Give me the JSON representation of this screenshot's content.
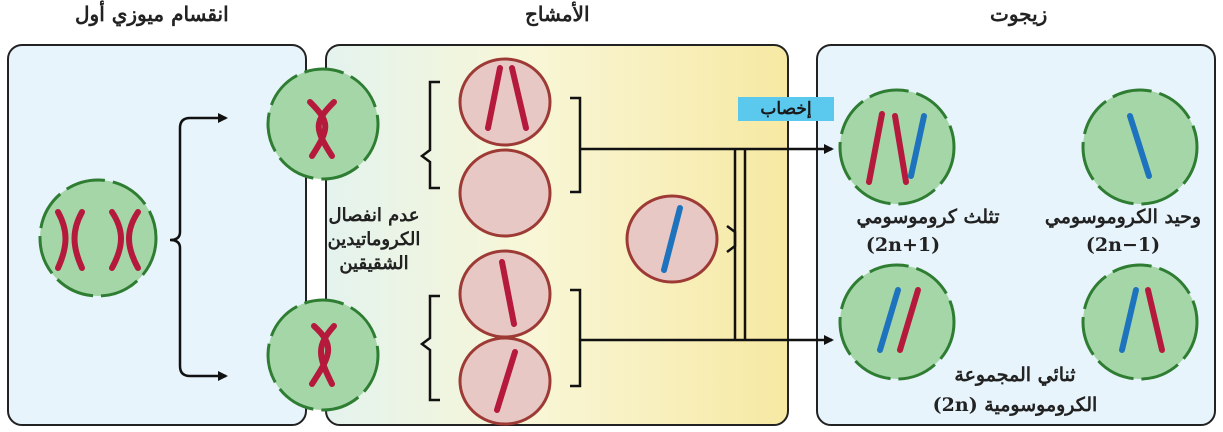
{
  "panels": {
    "meiosis": {
      "title": "انقسام ميوزي أول"
    },
    "gametes": {
      "title": "الأمشاج"
    },
    "zygote": {
      "title": "زيجوت"
    }
  },
  "labels": {
    "nondisjunction": [
      "عدم انفصال",
      "الكروماتيدين",
      "الشقيقين"
    ],
    "fertilization": "إخصاب",
    "monosomy_name": "وحيد الكروموسومي",
    "monosomy_formula": "(2n−1)",
    "trisomy_name": "تثلث كروموسومي",
    "trisomy_formula": "(2n+1)",
    "diploid_name": "ثنائي المجموعة",
    "diploid_formula": "الكروموسومية (2n)"
  },
  "colors": {
    "cell_fill": "#a5d6a7",
    "cell_border": "#2e7d32",
    "gamete_fill": "#e8c8c4",
    "gamete_border": "#9e3a35",
    "chromosome_red": "#b5193c",
    "chromosome_blue": "#1e73be",
    "panel_blue": "#e7f4fb",
    "fertilization_bg": "#5bc8ee"
  }
}
